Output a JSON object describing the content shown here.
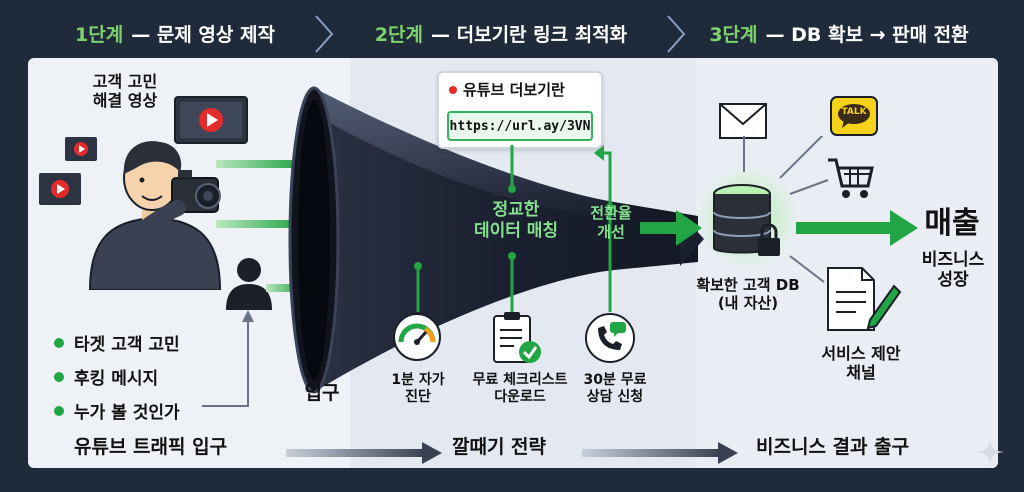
{
  "steps": [
    {
      "num": "1단계",
      "title": "— 문제 영상 제작"
    },
    {
      "num": "2단계",
      "title": "— 더보기란 링크 최적화"
    },
    {
      "num": "3단계",
      "title": "— DB 확보 → 판매 전환"
    }
  ],
  "stage1": {
    "video_label": [
      "고객 고민",
      "해결 영상"
    ],
    "bullets": [
      "타겟 고객 고민",
      "후킹 메시지",
      "누가 볼 것인가"
    ],
    "entrance": "입구"
  },
  "stage2": {
    "youtube_title": "유튜브 더보기란",
    "url": "https://url.ay/3VN",
    "funnel_text_1": [
      "정교한",
      "데이터 매칭"
    ],
    "funnel_text_2": [
      "전환율",
      "개선"
    ],
    "tools": [
      {
        "label": [
          "1분 자가",
          "진단"
        ],
        "icon": "gauge-icon"
      },
      {
        "label": [
          "무료 체크리스트",
          "다운로드"
        ],
        "icon": "clipboard-check-icon"
      },
      {
        "label": [
          "30분 무료",
          "상담 신청"
        ],
        "icon": "phone-chat-icon"
      }
    ]
  },
  "stage3": {
    "db_label": [
      "확보한 고객 DB",
      "(내 자산)"
    ],
    "revenue": "매출",
    "growth": [
      "비즈니스",
      "성장"
    ],
    "channel": [
      "서비스 제안",
      "채널"
    ],
    "talk_badge": "TALK"
  },
  "bottom": {
    "entry": "유튜브 트래픽 입구",
    "middle": "깔때기 전략",
    "exit": "비즈니스 결과 출구"
  },
  "colors": {
    "header_bg": "#1f2a3a",
    "accent_green": "#22a645",
    "funnel_dark": "#1e2433",
    "funnel_text": "#86e08f",
    "youtube_red": "#e32b2b"
  }
}
